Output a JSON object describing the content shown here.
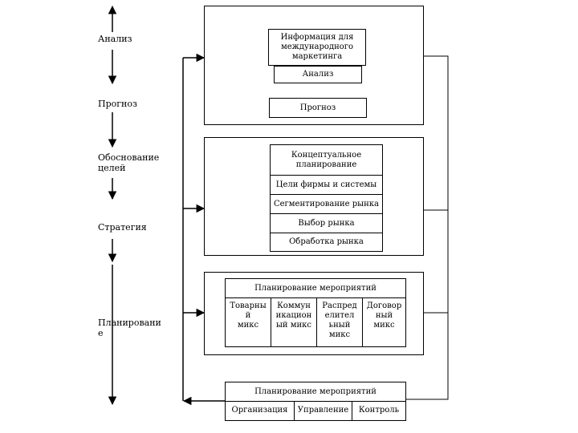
{
  "stages": [
    {
      "id": "analysis",
      "label": "Анализ"
    },
    {
      "id": "forecast",
      "label": "Прогноз"
    },
    {
      "id": "justification",
      "label": "Обоснование\nцелей"
    },
    {
      "id": "strategy",
      "label": "Стратегия"
    },
    {
      "id": "planning",
      "label": "Планировани\nе"
    }
  ],
  "block1": {
    "info": "Информация для\nмеждународного\nмаркетинга",
    "analysis": "Анализ",
    "forecast": "Прогноз"
  },
  "block2": {
    "concept": "Концептуальное\nпланирование",
    "goals": "Цели фирмы и системы",
    "segmentation": "Сегментирование рынка",
    "market_choice": "Выбор рынка",
    "market_processing": "Обработка рынка"
  },
  "block3": {
    "title": "Планирование мероприятий",
    "mix": [
      "Товарны\nй\nмикс",
      "Коммун\nикацион\nый микс",
      "Распред\nелител\nьный\nмикс",
      "Договор\nный\nмикс"
    ]
  },
  "block4": {
    "title": "Планирование мероприятий",
    "items": [
      "Организация",
      "Управление",
      "Контроль"
    ]
  }
}
